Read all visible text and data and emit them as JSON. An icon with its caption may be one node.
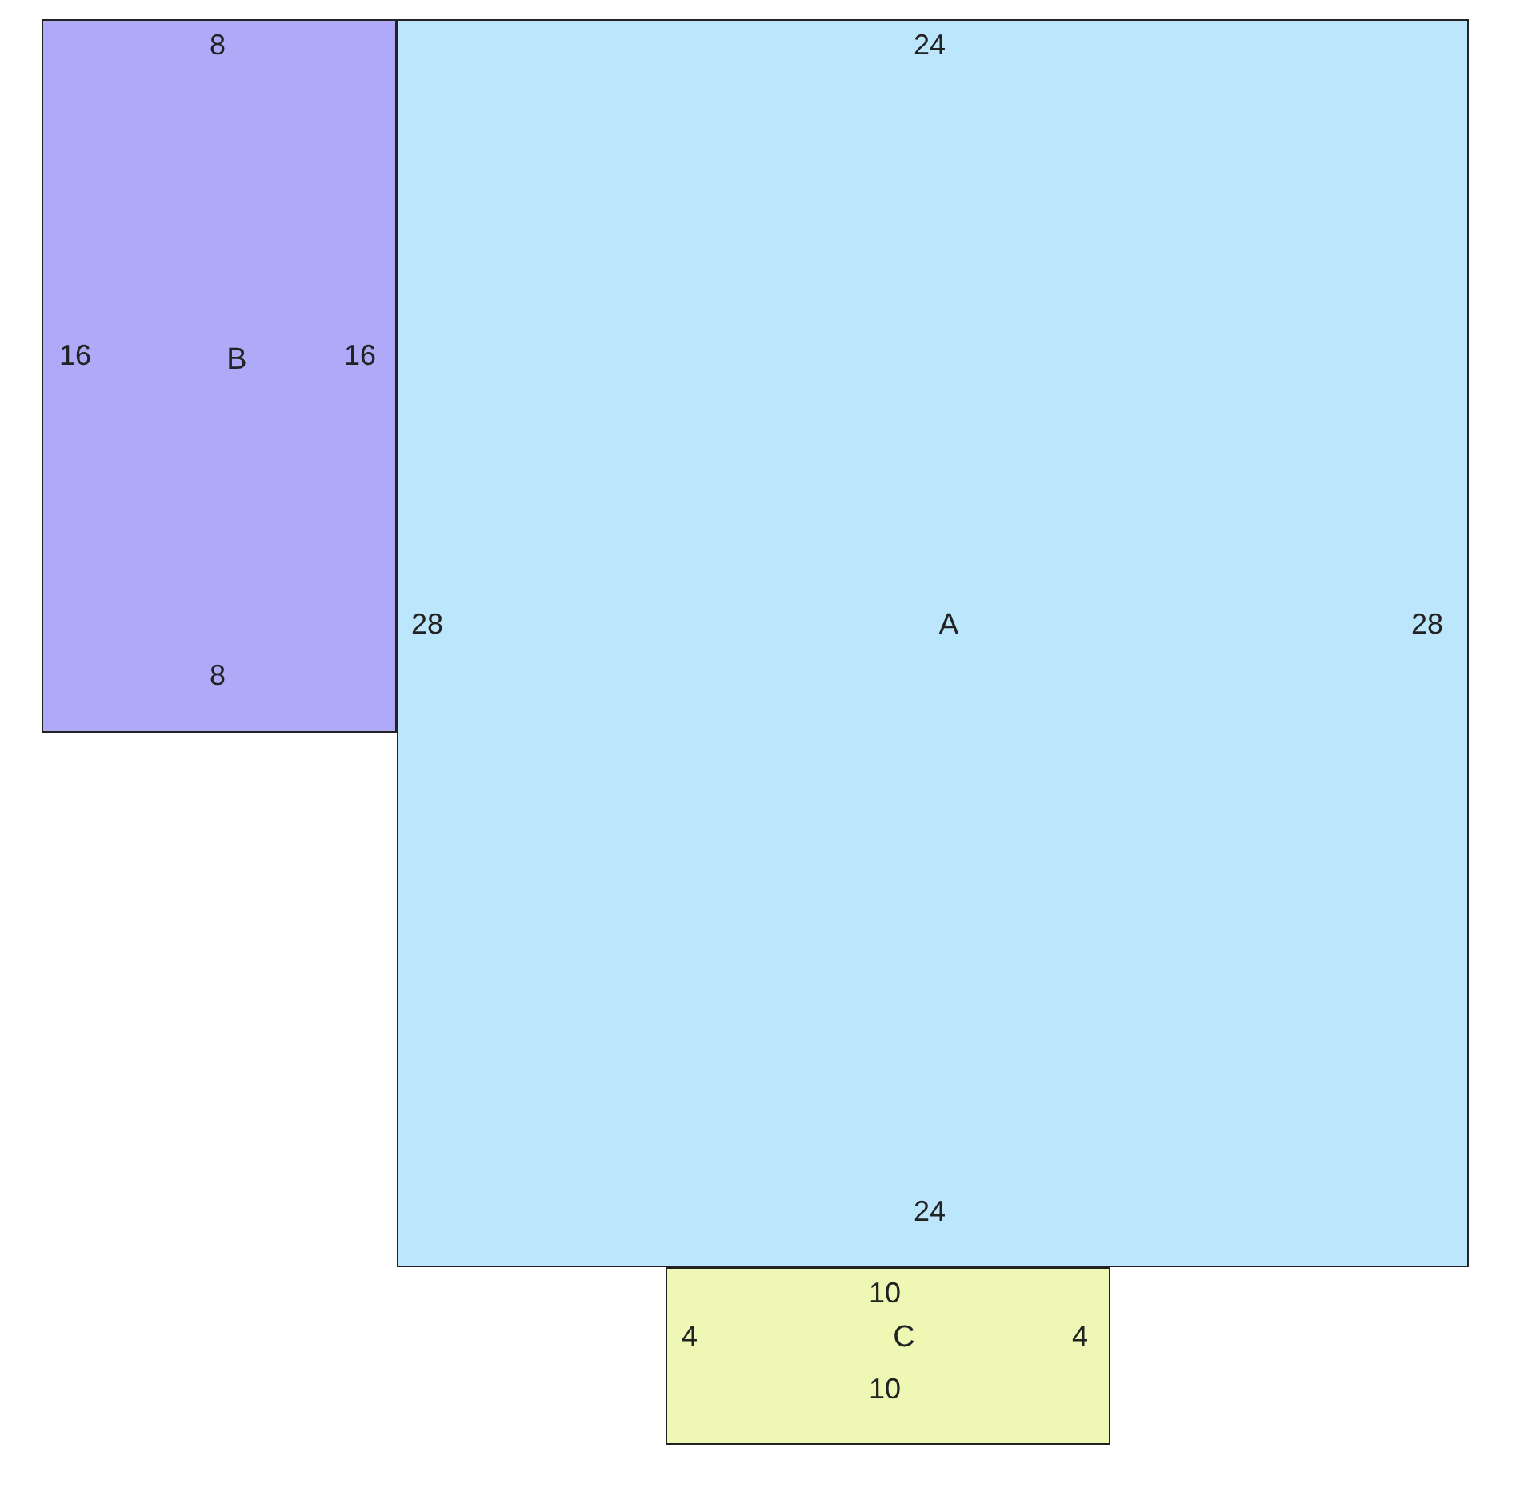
{
  "diagram": {
    "nodes": [
      {
        "text": [
          "B"
        ]
      },
      {
        "text": [
          "A"
        ]
      },
      {
        "text": [
          "C"
        ]
      }
    ],
    "labels": [
      "8",
      "24",
      "16",
      "16",
      "28",
      "28",
      "8",
      "24",
      "10",
      "4",
      "4",
      "10"
    ]
  }
}
